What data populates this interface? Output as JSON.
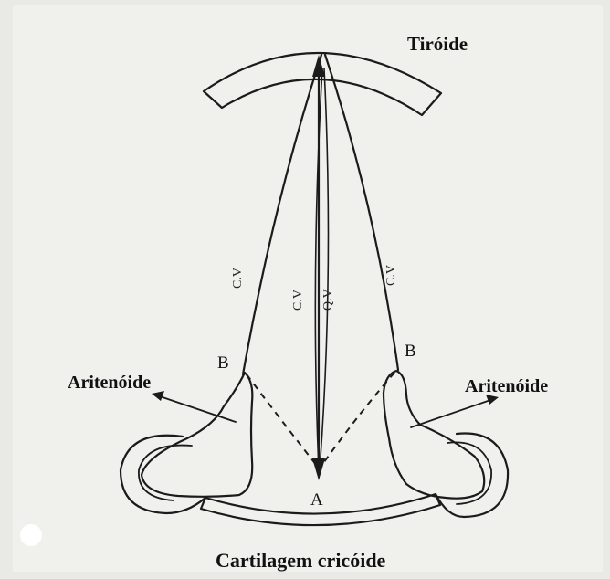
{
  "title_labels": {
    "thyroid": "Tiróide",
    "arytenoid_left": "Aritenóide",
    "arytenoid_right": "Aritenóide",
    "cricoid": "Cartilagem cricóide"
  },
  "point_labels": {
    "left_b": "B",
    "right_b": "B",
    "a": "A"
  },
  "fold_labels": {
    "outer_left": "C.V",
    "inner_left": "C.V",
    "center": "Q.V",
    "outer_right": "C.V"
  },
  "colors": {
    "paper": "#e9e9e6",
    "ink": "#1b1b1b"
  }
}
